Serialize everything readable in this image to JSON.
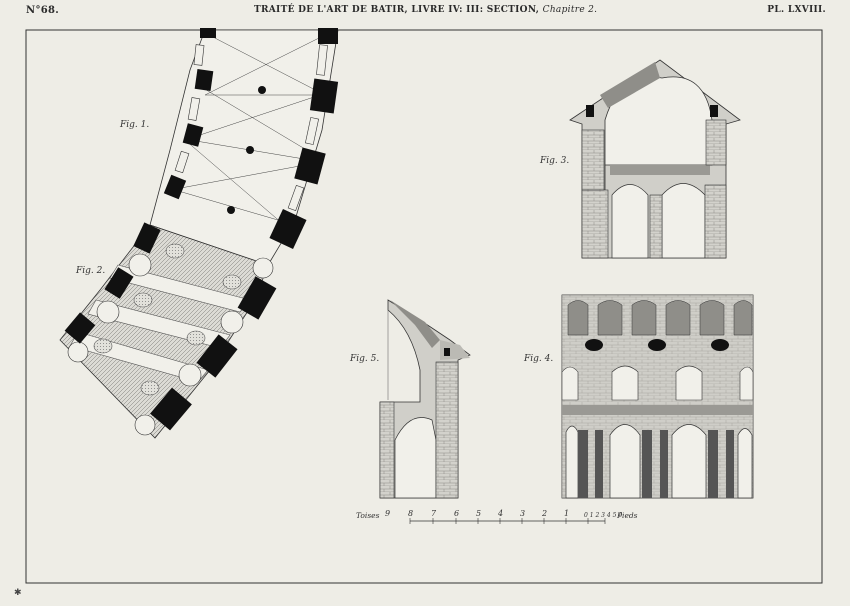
{
  "header": {
    "number": "N°68.",
    "title": "TRAITÉ DE L'ART DE BATIR, LIVRE IV: III: SECTION,",
    "chapter": "Chapitre 2.",
    "plate": "PL. LXVIII."
  },
  "figures": {
    "fig1": "Fig. 1.",
    "fig2": "Fig. 2.",
    "fig3": "Fig. 3.",
    "fig4": "Fig. 4.",
    "fig5": "Fig. 5."
  },
  "scale": {
    "left_label": "Toises",
    "right_label": "Pieds",
    "toise_marks": [
      "9",
      "8",
      "7",
      "6",
      "5",
      "4",
      "3",
      "2",
      "1"
    ],
    "pied_marks": "0 1 2 3 4 5 6"
  },
  "colors": {
    "paper": "#eeede6",
    "ink": "#111111",
    "stone": "#c9c8c2",
    "stone_dark": "#8f8e89"
  }
}
